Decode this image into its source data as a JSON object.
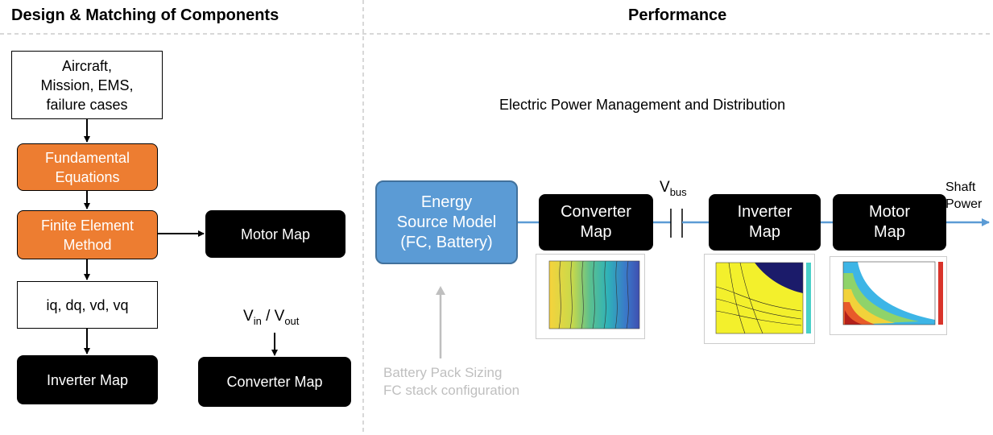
{
  "left_panel": {
    "title": "Design & Matching of Components",
    "aircraft_box": [
      "Aircraft,",
      "Mission, EMS,",
      "failure cases"
    ],
    "fundamental_box": [
      "Fundamental",
      "Equations"
    ],
    "fem_box": [
      "Finite Element",
      "Method"
    ],
    "motor_map": "Motor Map",
    "currents_box": "iq, dq, vd, vq",
    "inverter_map": "Inverter Map",
    "vin_vout": {
      "v1": "V",
      "s1": "in",
      "sep": " / V",
      "s2": "out"
    },
    "converter_map": "Converter Map"
  },
  "right_panel": {
    "title": "Performance",
    "subtitle": "Electric Power Management and Distribution",
    "energy_source": [
      "Energy",
      "Source Model",
      "(FC, Battery)"
    ],
    "converter": [
      "Converter",
      "Map"
    ],
    "vbus": {
      "v": "V",
      "s": "bus"
    },
    "inverter": [
      "Inverter",
      "Map"
    ],
    "motor": [
      "Motor",
      "Map"
    ],
    "shaft_power": [
      "Shaft",
      "Power"
    ],
    "sizing": [
      "Battery Pack Sizing",
      "FC stack configuration"
    ]
  },
  "colors": {
    "orange": "#ed7d31",
    "blue": "#5b9bd5",
    "black": "#000000",
    "line_blue": "#5b9bd5",
    "gray_text": "#bfbfbf"
  }
}
